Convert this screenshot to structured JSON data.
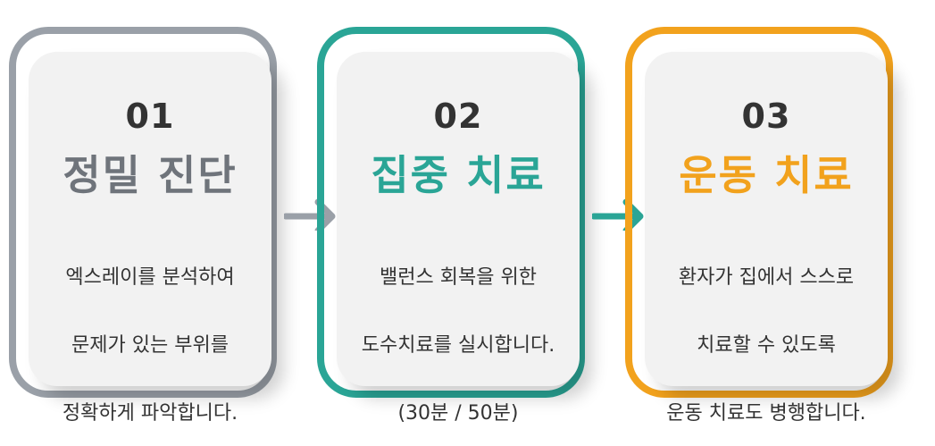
{
  "steps": [
    {
      "number": "01",
      "title": "정밀 진단",
      "desc_lines": [
        "엑스레이를 분석하여",
        "문제가 있는 부위를",
        "정확하게 파악합니다."
      ],
      "accent": "#9aa0a8",
      "title_color": "#6f747b"
    },
    {
      "number": "02",
      "title": "집중 치료",
      "desc_lines": [
        "밸런스 회복을 위한",
        "도수치료를 실시합니다.",
        "(30분 / 50분)"
      ],
      "accent": "#2aa596",
      "title_color": "#2aa596"
    },
    {
      "number": "03",
      "title": "운동 치료",
      "desc_lines": [
        "환자가 집에서 스스로",
        "치료할 수 있도록",
        "운동 치료도 병행합니다."
      ],
      "accent": "#f2a21d",
      "title_color": "#f2a21d"
    }
  ],
  "connector_colors": [
    "#9aa0a8",
    "#2aa596"
  ]
}
